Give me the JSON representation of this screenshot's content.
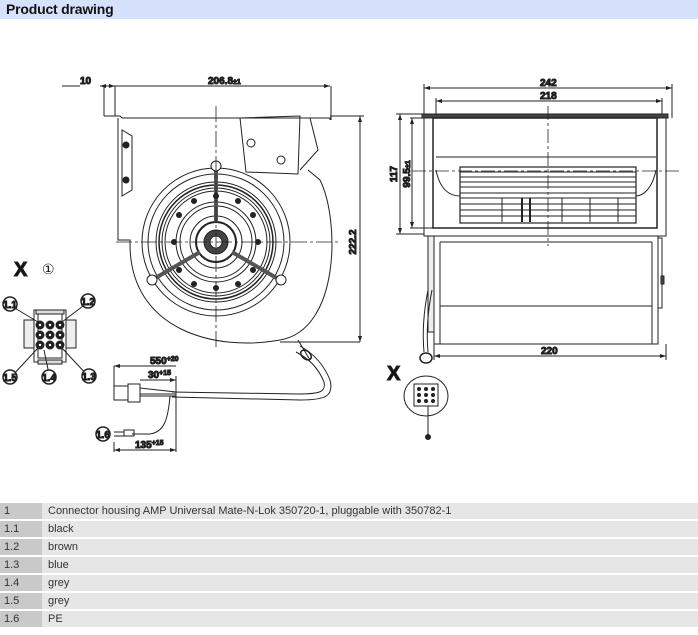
{
  "header": {
    "title": "Product drawing"
  },
  "drawing": {
    "front_view": {
      "dim_offset": "10",
      "dim_width": "206.8",
      "dim_width_tol": "±1",
      "dim_height": "222.2"
    },
    "side_view": {
      "dim_outer_width": "242",
      "dim_inner_width": "218",
      "dim_height": "117",
      "dim_inner_height": "99.5",
      "dim_inner_height_tol": "±1",
      "dim_bottom_width": "220"
    },
    "connector_detail": {
      "view_label": "X",
      "callout": "①",
      "pin_labels": [
        "1.1",
        "1.2",
        "1.3",
        "1.4",
        "1.5"
      ]
    },
    "cable": {
      "dim_length": "550",
      "dim_length_tol": "+20",
      "dim_strip": "30",
      "dim_strip_tol": "+15",
      "dim_pe": "135",
      "dim_pe_tol": "+15",
      "pe_label": "1.6"
    },
    "side_connector_label": "X"
  },
  "parts": [
    {
      "id": "1",
      "description": "Connector housing AMP Universal Mate-N-Lok 350720-1, pluggable with 350782-1"
    },
    {
      "id": "1.1",
      "description": "black"
    },
    {
      "id": "1.2",
      "description": "brown"
    },
    {
      "id": "1.3",
      "description": "blue"
    },
    {
      "id": "1.4",
      "description": "grey"
    },
    {
      "id": "1.5",
      "description": "grey"
    },
    {
      "id": "1.6",
      "description": "PE"
    }
  ],
  "colors": {
    "header_bg": "#d6e2fb",
    "table_id_bg": "#c9c9c9",
    "table_desc_bg": "#e6e6e6"
  }
}
